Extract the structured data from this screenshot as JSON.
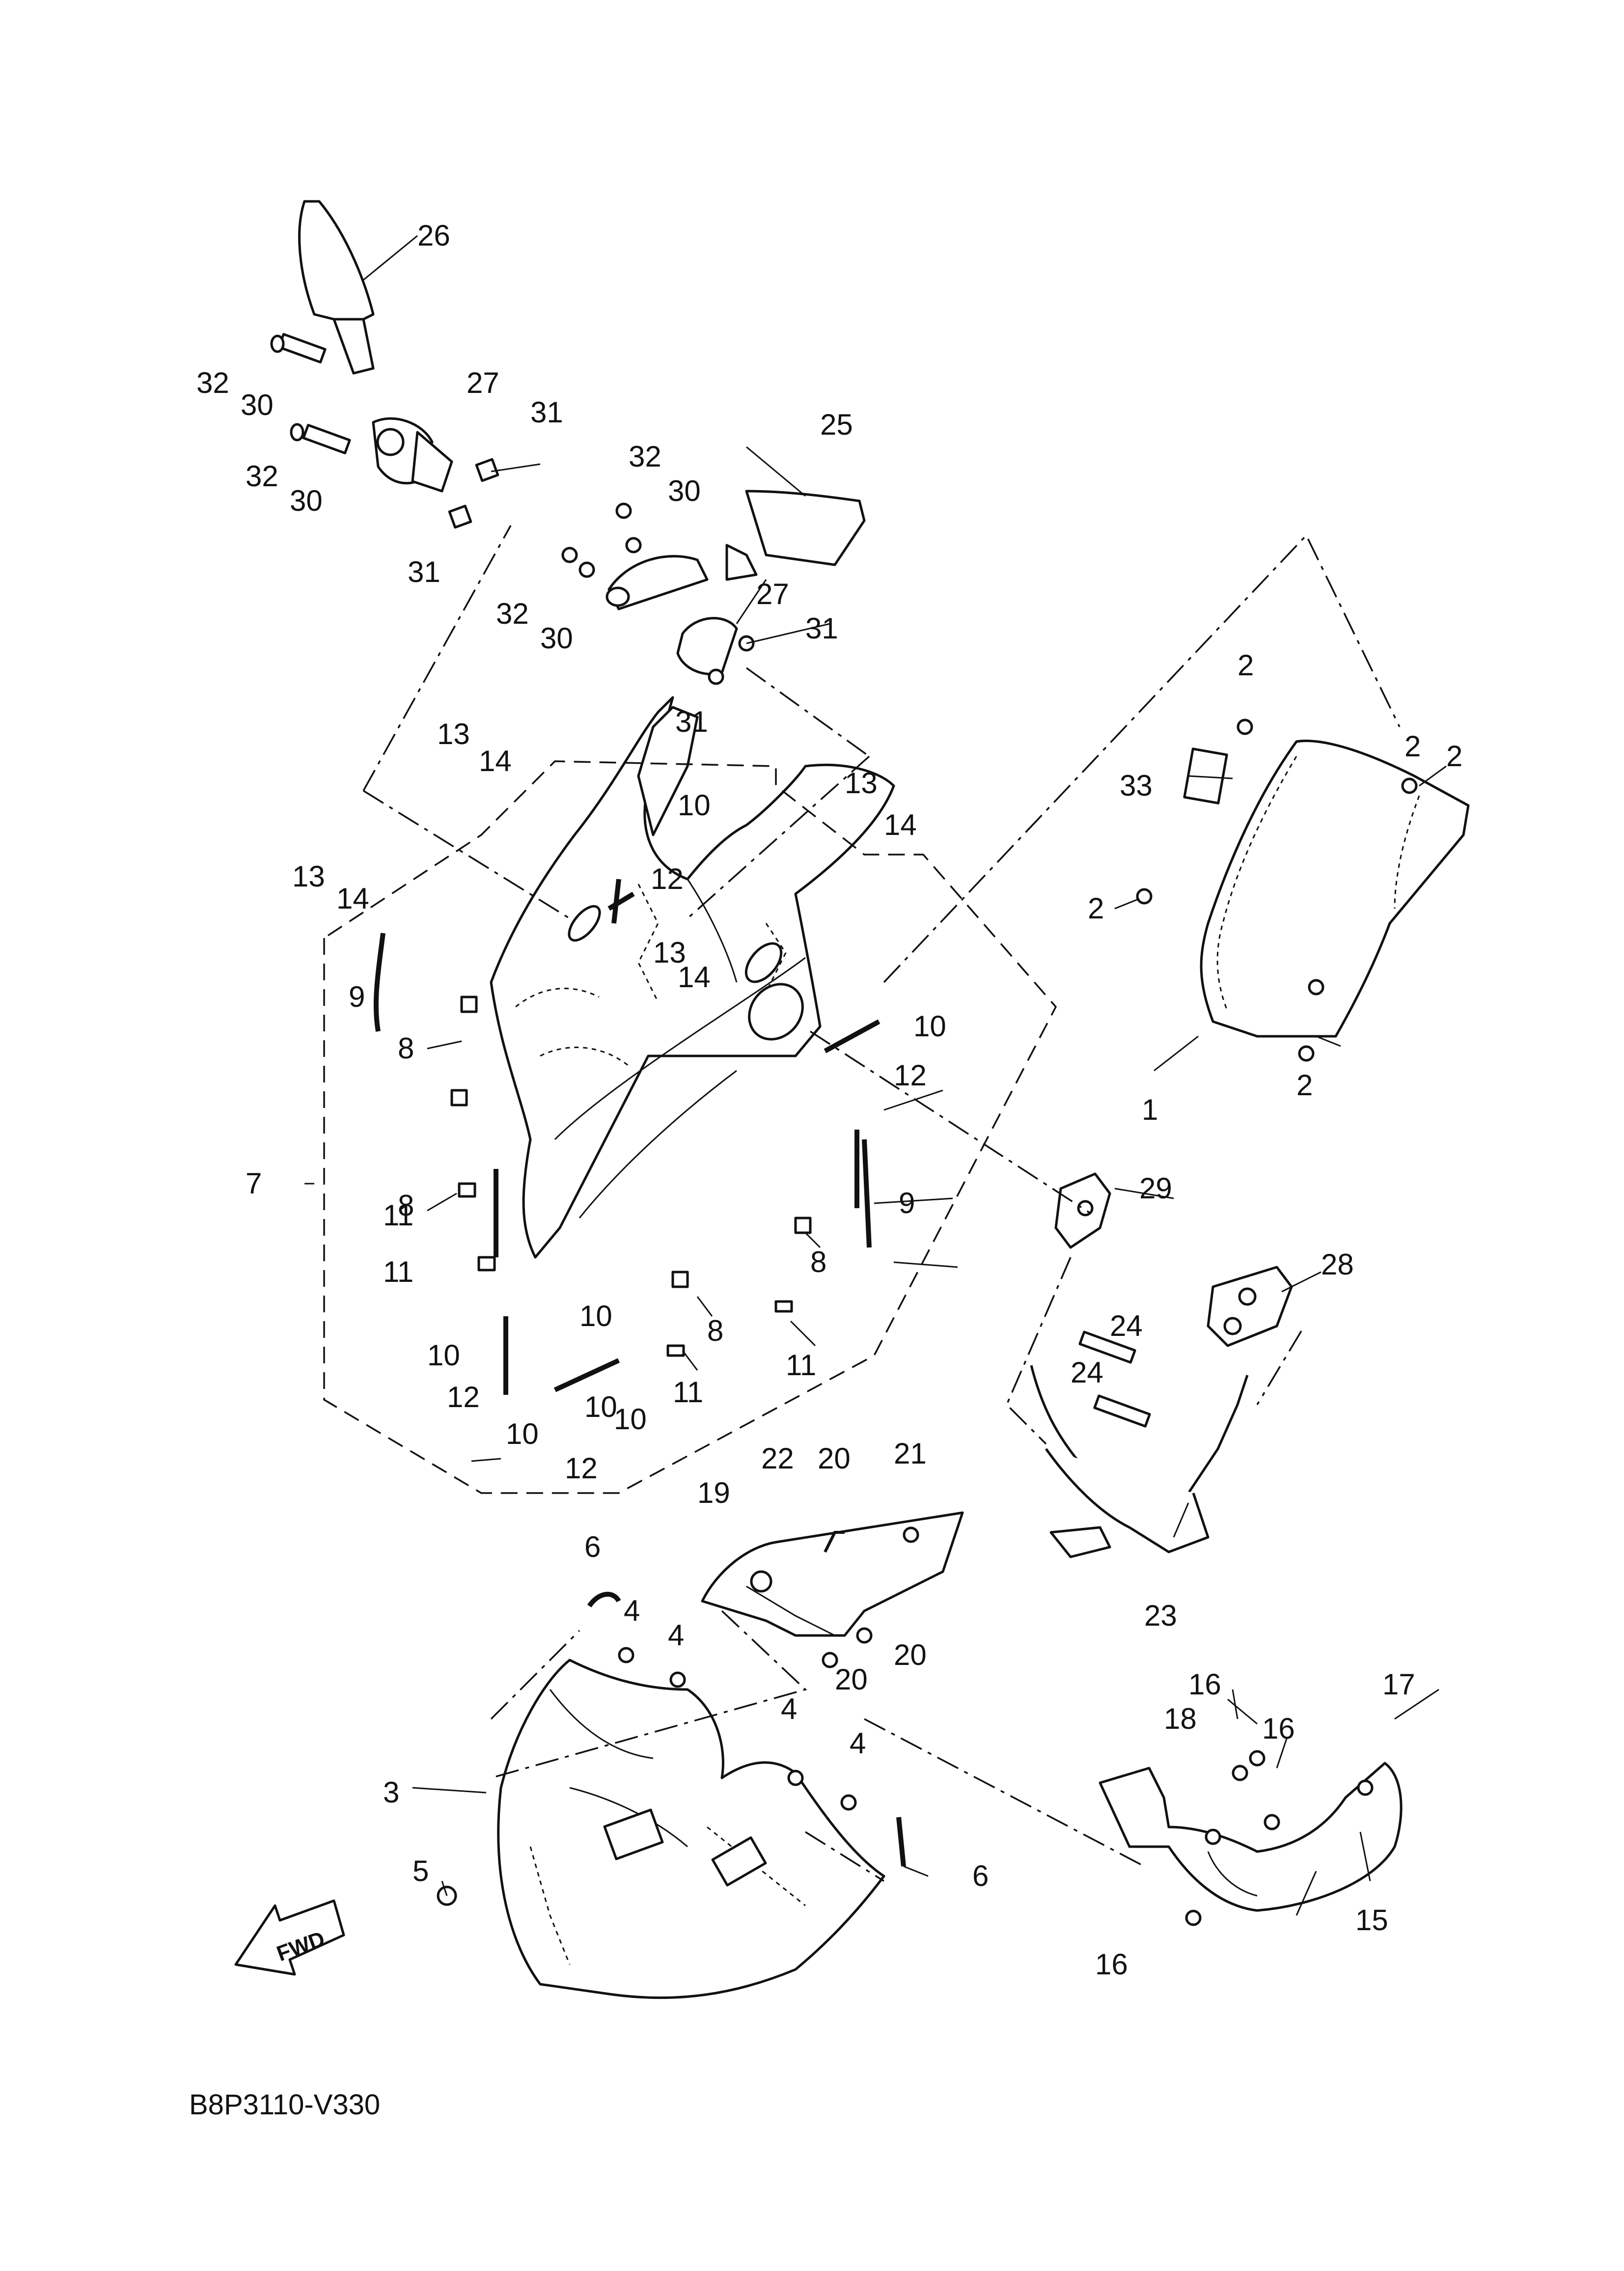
{
  "diagram": {
    "code": "B8P3110-V330",
    "direction_label": "FWD",
    "callouts": [
      "1",
      "2",
      "2",
      "2",
      "2",
      "2",
      "3",
      "4",
      "4",
      "4",
      "4",
      "5",
      "6",
      "6",
      "7",
      "8",
      "8",
      "8",
      "8",
      "9",
      "9",
      "10",
      "10",
      "10",
      "10",
      "10",
      "10",
      "10",
      "11",
      "11",
      "11",
      "11",
      "12",
      "12",
      "12",
      "12",
      "13",
      "13",
      "13",
      "13",
      "14",
      "14",
      "14",
      "14",
      "15",
      "16",
      "16",
      "16",
      "17",
      "18",
      "19",
      "20",
      "20",
      "20",
      "21",
      "22",
      "23",
      "24",
      "24",
      "25",
      "26",
      "27",
      "27",
      "28",
      "29",
      "30",
      "30",
      "30",
      "30",
      "31",
      "31",
      "31",
      "31",
      "32",
      "32",
      "32",
      "32",
      "33"
    ]
  }
}
